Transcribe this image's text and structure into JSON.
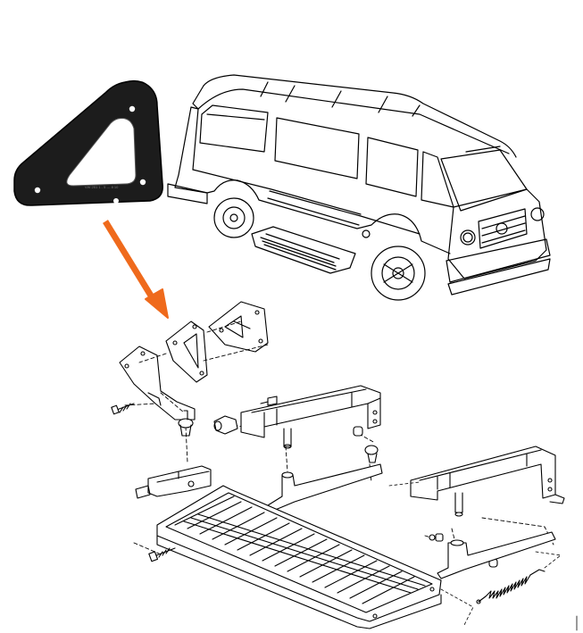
{
  "figure": {
    "part_photo": {
      "icon": "triangular-rubber-gasket",
      "color": "#1c1c1c"
    },
    "pointer_arrow": {
      "icon": "arrow-down-right-icon",
      "color": "#ef6a1c"
    },
    "vehicle": {
      "icon": "van-illustration"
    },
    "exploded_view": {
      "icon": "running-board-assembly-drawing"
    },
    "part_stamp_text": "VW 251 1 - 5 --- 8 10"
  }
}
